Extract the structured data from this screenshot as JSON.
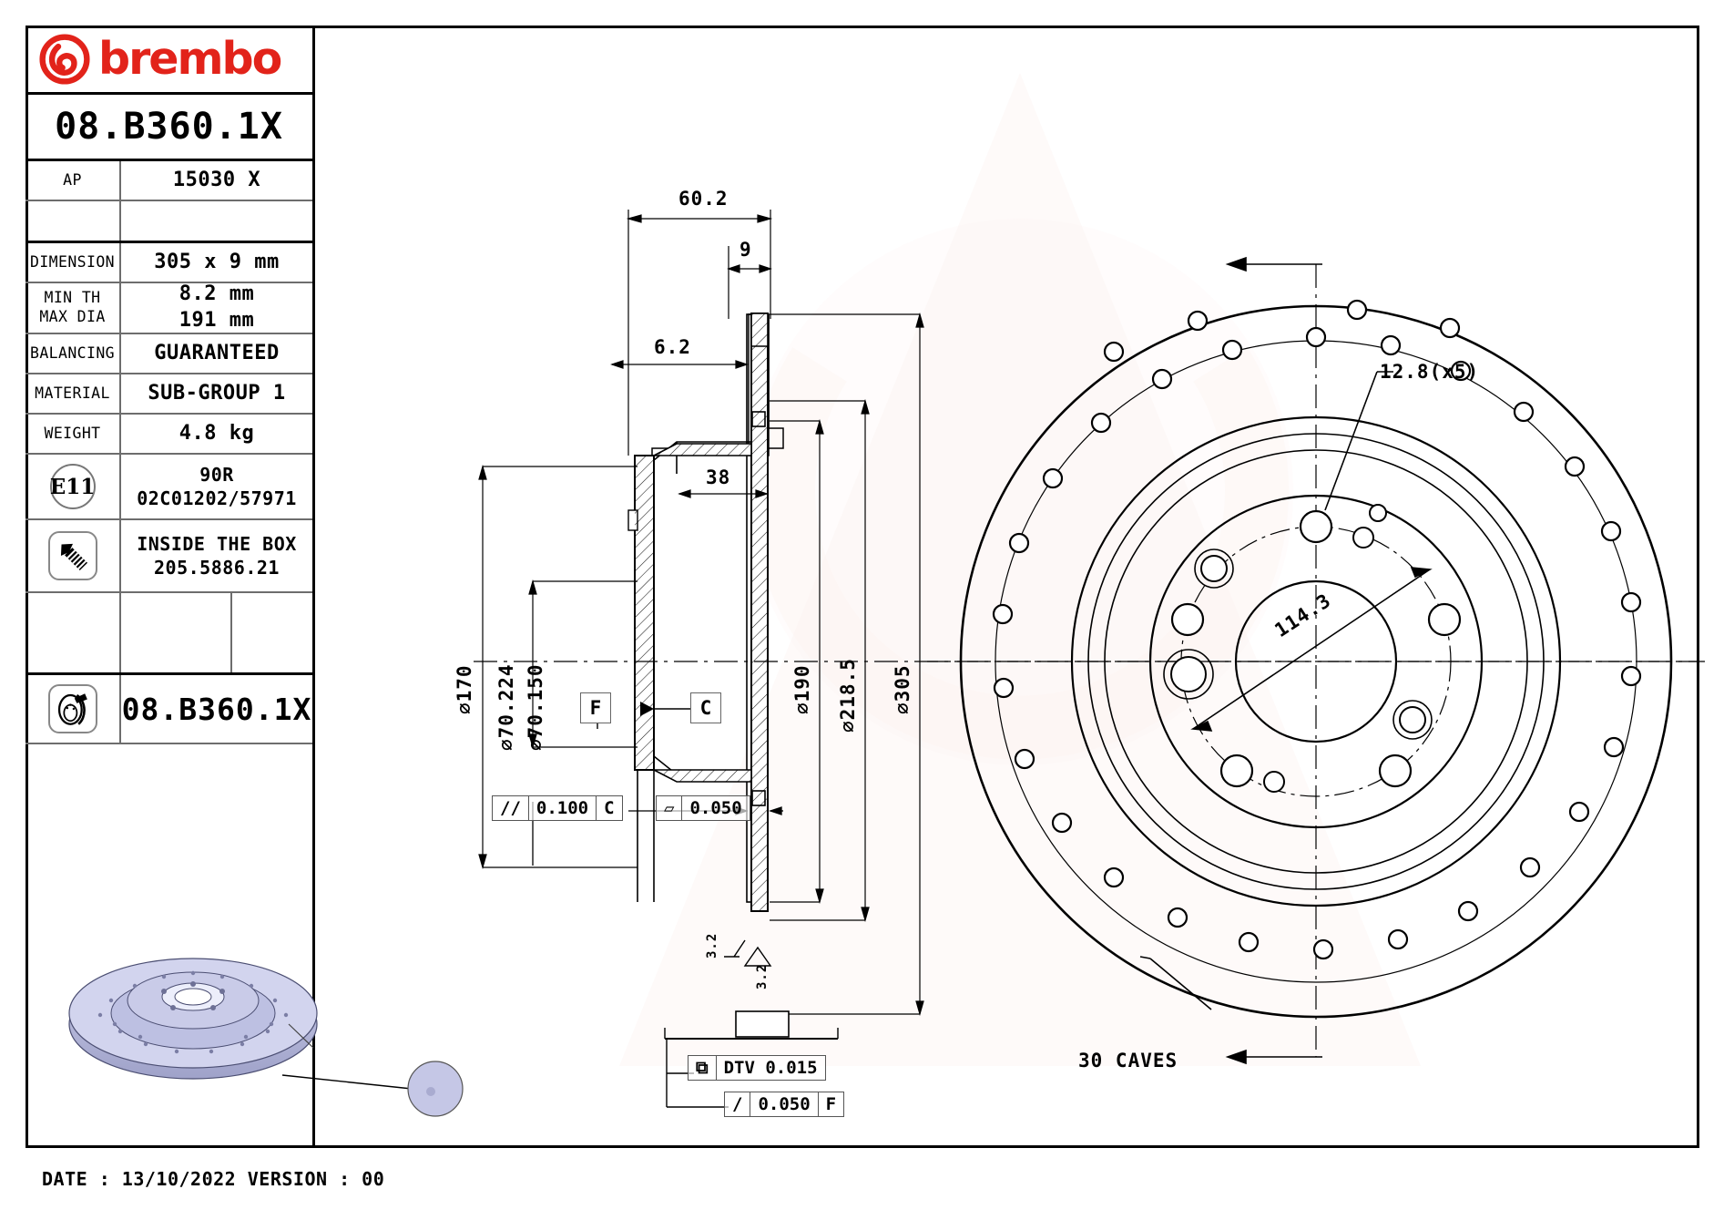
{
  "brand": {
    "name": "brembo",
    "logo_color": "#e2231a"
  },
  "part_number": "08.B360.1X",
  "title_block": {
    "rows": [
      {
        "label": "AP",
        "value": "15030 X"
      },
      {
        "label": "",
        "value": ""
      },
      {
        "label": "DIMENSION",
        "value": "305 x 9 mm"
      },
      {
        "label": "MIN TH\nMAX DIA",
        "value": "8.2 mm\n191 mm"
      },
      {
        "label": "BALANCING",
        "value": "GUARANTEED"
      },
      {
        "label": "MATERIAL",
        "value": "SUB-GROUP 1"
      },
      {
        "label": "WEIGHT",
        "value": "4.8 kg"
      }
    ],
    "ap_label": "AP",
    "ap_value": "15030 X",
    "dimension_label": "DIMENSION",
    "dimension_value": "305 x 9 mm",
    "minth_label_1": "MIN TH",
    "minth_label_2": "MAX DIA",
    "minth_value_1": "8.2 mm",
    "minth_value_2": "191 mm",
    "balancing_label": "BALANCING",
    "balancing_value": "GUARANTEED",
    "material_label": "MATERIAL",
    "material_value": "SUB-GROUP 1",
    "weight_label": "WEIGHT",
    "weight_value": "4.8 kg",
    "homologation_mark": "E11",
    "homologation_line1": "90R",
    "homologation_line2": "02C01202/57971",
    "accessory_line1": "INSIDE THE BOX",
    "accessory_line2": "205.5886.21",
    "disc_part_number": "08.B360.1X"
  },
  "footer": {
    "date_version": "DATE : 13/10/2022 VERSION : 00"
  },
  "section_view": {
    "overall_width": "60.2",
    "pad_thickness": "9",
    "hat_step": "6.2",
    "hat_depth": "38",
    "dia_170": "⌀170",
    "dia_70_224": "⌀70.224",
    "dia_70_150": "⌀70.150",
    "dia_190": "⌀190",
    "dia_218_5": "⌀218.5",
    "dia_305": "⌀305",
    "datum_f": "F",
    "datum_c": "C",
    "tol_parallel_symbol": "//",
    "tol_parallel_value": "0.100",
    "tol_parallel_datum": "C",
    "tol_flat_symbol": "▱",
    "tol_flat_value": "0.050",
    "dtv_symbol": "⧉",
    "dtv_value": "DTV 0.015",
    "runout_symbol": "/",
    "runout_value": "0.050",
    "runout_datum": "F",
    "roughness_1": "3.2",
    "roughness_2": "3.2"
  },
  "front_view": {
    "bolt_hole_note": "12.8(x5)",
    "pcd": "114.3",
    "drilled_holes_note": "30 CAVES"
  },
  "icons": {
    "screw": "screw-icon",
    "disc": "brake-disc-icon",
    "ece": "ece-homologation-icon"
  }
}
